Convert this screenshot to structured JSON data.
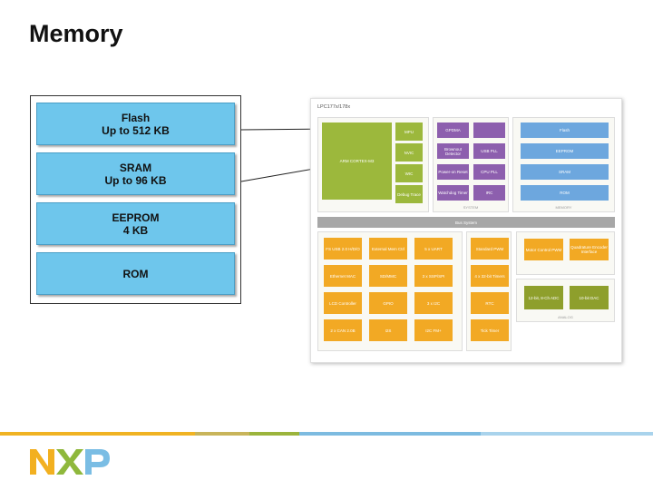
{
  "slide": {
    "title": "Memory"
  },
  "memory_blocks": [
    {
      "line1": "Flash",
      "line2": "Up to 512 KB"
    },
    {
      "line1": "SRAM",
      "line2": "Up to 96 KB"
    },
    {
      "line1": "EEPROM",
      "line2": "4 KB"
    },
    {
      "line1": "ROM",
      "line2": ""
    }
  ],
  "diagram": {
    "chip_title": "LPC177x/178x",
    "cpu_label": "ARM CORTEX-M3",
    "cpu_blocks": [
      "MPU",
      "NVIC",
      "WIC",
      "Debug Trace"
    ],
    "system_blocks": [
      "GPDMA",
      "Brownout Detector",
      "USB PLL",
      "Power-on Reset",
      "CPU PLL",
      "Watchdog Timer",
      "IRC"
    ],
    "system_caption": "SYSTEM",
    "memory_blocks": [
      "Flash",
      "EEPROM",
      "SRAM",
      "ROM"
    ],
    "memory_caption": "MEMORY",
    "bus_label": "Bus System",
    "conn_blocks": [
      "FS USB 2.0 H/D/O",
      "External Mem Ctrl",
      "5 x UART",
      "Ethernet MAC",
      "SD/MMC",
      "3 x SSP/SPI",
      "LCD Controller",
      "GPIO",
      "3 x I2C",
      "2 x CAN 2.0B",
      "I2S",
      "I2C FM+"
    ],
    "timer_blocks": [
      "Standard PWM",
      "4 x 32-bit Timers",
      "RTC",
      "Tick Timer"
    ],
    "control_blocks": [
      "Motor Control PWM",
      "Quadrature Encoder Interface"
    ],
    "analog_blocks": [
      "12-bit, 8-Ch ADC",
      "10-bit DAC"
    ],
    "analog_caption": "ANALOG"
  },
  "footer": {
    "logo_text": "NXP",
    "stripe_colors": [
      "#f0b323",
      "#c8b45a",
      "#9bb43c",
      "#3d98c8",
      "#6db4d8"
    ]
  }
}
